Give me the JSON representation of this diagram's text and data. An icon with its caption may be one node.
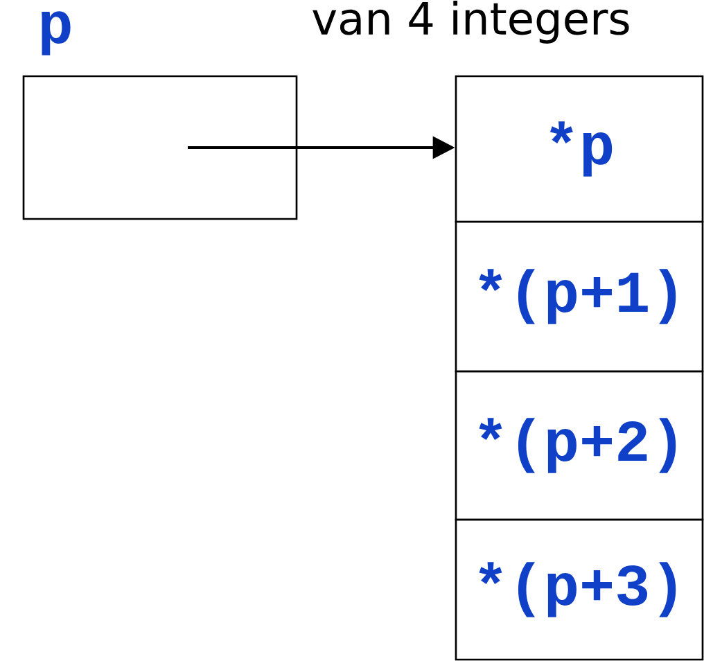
{
  "diagram": {
    "nodes": [
      {
        "text": [
          "p"
        ]
      },
      {
        "text": [
          "*p"
        ]
      },
      {
        "text": [
          "*(p+1)"
        ]
      },
      {
        "text": [
          "*(p+2)"
        ]
      },
      {
        "text": [
          "*(p+3)"
        ]
      }
    ],
    "edges": [
      {
        "from": 0,
        "to": 1,
        "arrow": "to"
      }
    ],
    "labels": [
      "van 4 integers"
    ]
  }
}
